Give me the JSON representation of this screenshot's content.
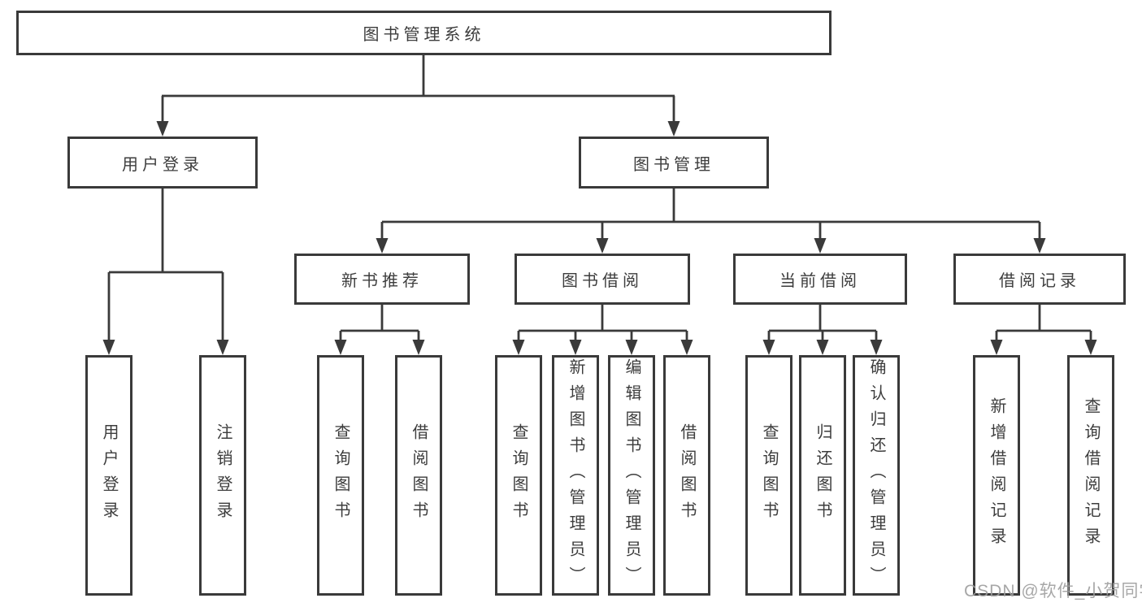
{
  "colors": {
    "line": "#3a3a3a",
    "text": "#3d3d3d",
    "watermark": "#9e9e9e",
    "background": "#ffffff"
  },
  "diagram": {
    "root": "图书管理系统",
    "login": {
      "label": "用户登录",
      "children": [
        "用户登录",
        "注销登录"
      ]
    },
    "mgmt": {
      "label": "图书管理",
      "groups": [
        {
          "label": "新书推荐",
          "children": [
            "查询图书",
            "借阅图书"
          ]
        },
        {
          "label": "图书借阅",
          "children": [
            "查询图书",
            "新增图书（管理员）",
            "编辑图书（管理员）",
            "借阅图书"
          ]
        },
        {
          "label": "当前借阅",
          "children": [
            "查询图书",
            "归还图书",
            "确认归还（管理员）"
          ]
        },
        {
          "label": "借阅记录",
          "children": [
            "新增借阅记录",
            "查询借阅记录"
          ]
        }
      ]
    }
  },
  "watermark": "CSDN @软件_小贺同学"
}
